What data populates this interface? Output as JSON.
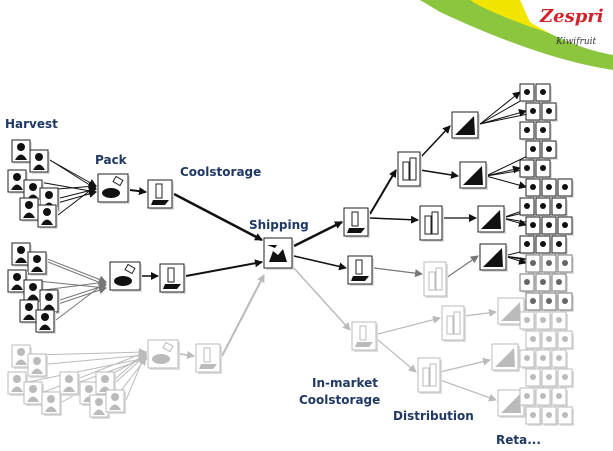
{
  "brand": {
    "name": "Zespri",
    "tagline": "Kiwifruit",
    "colors": {
      "green": "#8cc63f",
      "yellow": "#f2e600",
      "red": "#d2232a"
    }
  },
  "labels": {
    "harvest": "Harvest",
    "pack": "Pack",
    "coolstorage": "Coolstorage",
    "shipping": "Shipping",
    "inmarket_line1": "In-market",
    "inmarket_line2": "Coolstorage",
    "distribution": "Distribution",
    "retail": "Reta..."
  },
  "colors": {
    "label": "#1f3864",
    "dark": "#111111",
    "mid": "#888888",
    "light": "#c4c4c4"
  }
}
